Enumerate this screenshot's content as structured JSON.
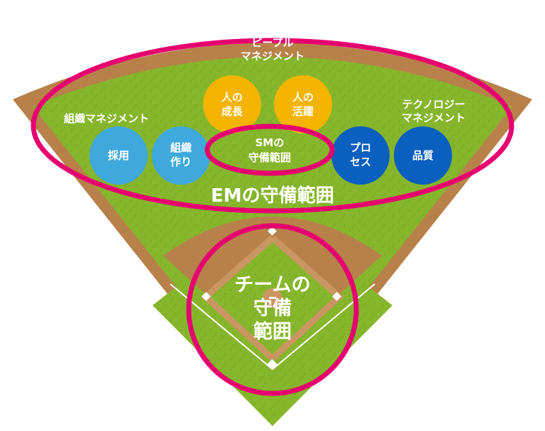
{
  "colors": {
    "field_green": "#86b62c",
    "field_green_dark": "#6f9e22",
    "dirt": "#b8814a",
    "dirt_dark": "#9c6a3a",
    "highlight_pink": "#e6006f",
    "circle_yellow": "#f5b400",
    "circle_light_blue": "#3fa9dd",
    "circle_dark_blue": "#0a5fbf",
    "text": "#ffffff"
  },
  "labels": {
    "people_management": [
      "ピープル",
      "マネジメント"
    ],
    "org_management": "組織マネジメント",
    "tech_management": [
      "テクノロジー",
      "マネジメント"
    ],
    "em_range": "EMの守備範囲",
    "team_range": [
      "チームの",
      "守備",
      "範囲"
    ]
  },
  "circles": {
    "growth": [
      "人の",
      "成長"
    ],
    "activity": [
      "人の",
      "活躍"
    ],
    "hiring": "採用",
    "org_building": [
      "組織",
      "作り"
    ],
    "sm_range": [
      "SMの",
      "守備範囲"
    ],
    "process": [
      "プロ",
      "セス"
    ],
    "quality": "品質"
  },
  "icons": {
    "bases": "base-icon"
  }
}
